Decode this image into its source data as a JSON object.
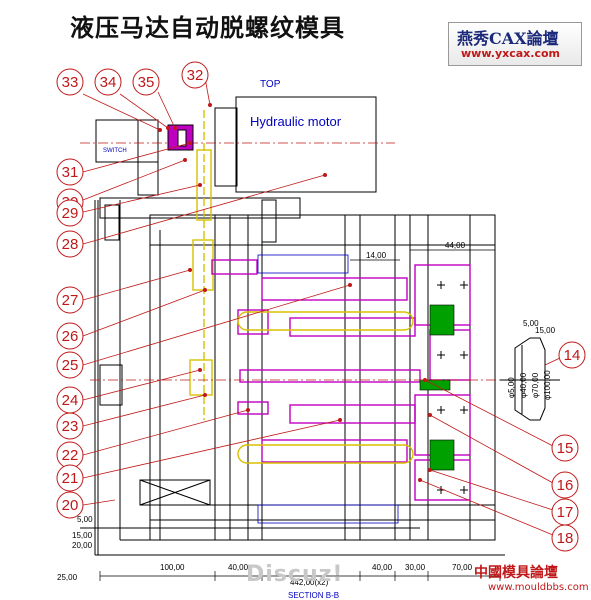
{
  "title": "液压马达自动脱螺纹模具",
  "logo_top": {
    "line1": "燕秀CAX論壇",
    "line2": "www.yxcax.com"
  },
  "logo_bottom": {
    "line1": "中國模具論壇",
    "line2": "www.mouldbbs.com"
  },
  "watermark": "Discuz!",
  "labels": {
    "top": "TOP",
    "motor": "Hydraulic motor",
    "switch": "SWITCH",
    "section": "SECTION B-B"
  },
  "callouts": [
    "14",
    "15",
    "16",
    "17",
    "18",
    "20",
    "21",
    "22",
    "23",
    "24",
    "25",
    "26",
    "27",
    "28",
    "29",
    "30",
    "31",
    "32",
    "33",
    "34",
    "35"
  ],
  "dims": {
    "top_14": "14,00",
    "top_44": "44,00",
    "right_5": "5,00",
    "right_15": "15,00",
    "d_phi50": "φ5,00",
    "d_phi40": "φ40,00",
    "d_phi70": "φ70,00",
    "d_phi100": "φ100,00",
    "left_5": "5,00",
    "left_15": "15,00",
    "left_20": "20,00",
    "bottom_25": "25,00",
    "bottom_100": "100,00",
    "bottom_40a": "40,00",
    "bottom_40b": "40,00",
    "bottom_30": "30,00",
    "bottom_70": "70,00",
    "bottom_total": "442,00(x2)"
  },
  "colors": {
    "callout": "#c01818",
    "outline": "#000000",
    "part": "#c000c0",
    "thread": "#00a000",
    "shaft": "#d8c000",
    "note": "#0000c0"
  }
}
